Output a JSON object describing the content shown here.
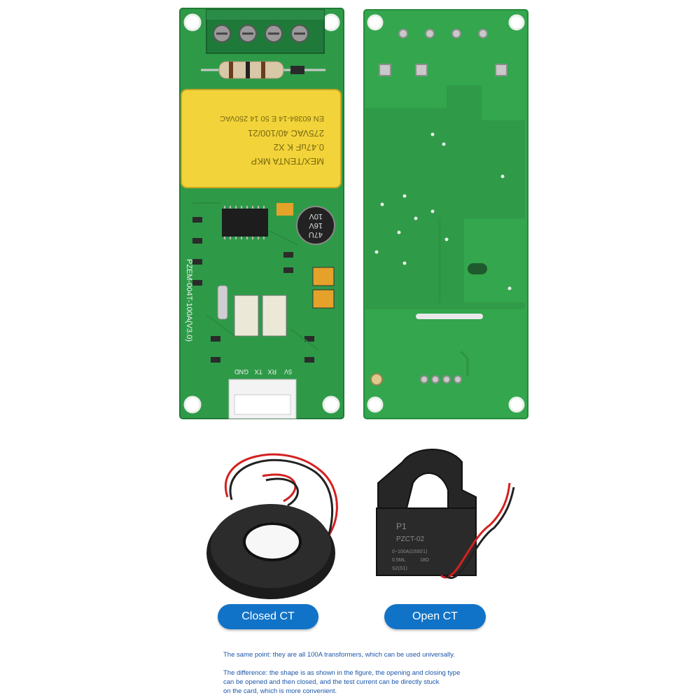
{
  "labels": {
    "closed_ct": "Closed CT",
    "open_ct": "Open CT"
  },
  "notes": {
    "same_point": "The same point: they are all 100A transformers, which can be used universally.",
    "difference_1": "The difference: the shape is as shown in the figure, the opening and closing type",
    "difference_2": "can be opened and then closed, and the test current can be directly stuck",
    "difference_3": "on the card, which is more convenient."
  },
  "board_front": {
    "model": "PZEM-004T-100A(V3.0)",
    "capacitor_lines": [
      "MEX/TENTA MKP",
      "0.47uF  K X2",
      "275VAC 40/100/21",
      "EN 60384-14  E 50 14  250VAC"
    ],
    "electrolytic": [
      "47U",
      "16V",
      "10V"
    ],
    "header_pins": [
      "5V",
      "RX",
      "TX",
      "GND"
    ]
  },
  "open_ct_body": {
    "lines": [
      "P1",
      "PZCT-02",
      "0~100A(1000/1)",
      "0.5ML",
      "18Ω",
      "S2(S1)"
    ]
  },
  "colors": {
    "pcb_green": "#2f9e4a",
    "button_blue": "#1173c7",
    "note_blue": "#1b55a8"
  }
}
